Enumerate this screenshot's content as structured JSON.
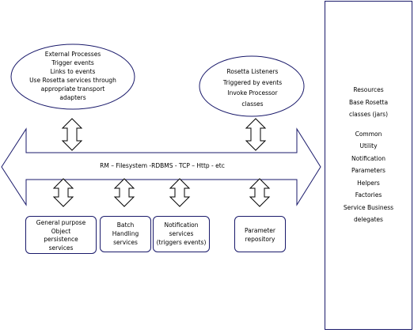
{
  "external_processes": {
    "lines": [
      "External Processes",
      "Trigger events",
      "Links to events",
      "Use Rosetta services through",
      "appropriate transport",
      "adapters"
    ]
  },
  "rosetta_listeners": {
    "lines": [
      "Rosetta Listeners",
      "Triggered by events",
      "Invoke Processor",
      "classes"
    ]
  },
  "bus": {
    "label": "RM – Filesystem -RDBMS -  TCP – Http - etc"
  },
  "services": [
    {
      "lines": [
        "General purpose",
        "Object",
        "persistence",
        "services"
      ]
    },
    {
      "lines": [
        "Batch",
        "Handling",
        "services"
      ]
    },
    {
      "lines": [
        "Notification",
        "services",
        "(triggers events)"
      ]
    },
    {
      "lines": [
        "Parameter",
        "repository"
      ]
    }
  ],
  "resources": {
    "group1": [
      "Resources",
      "Base Rosetta",
      "classes (jars)"
    ],
    "group2": [
      "Common",
      "Utility",
      "Notification",
      "Parameters",
      "Helpers",
      "Factories",
      "Service Business",
      "delegates"
    ]
  },
  "colors": {
    "stroke": "#1a1a6b",
    "arrow_stroke": "#000000",
    "background": "#ffffff"
  }
}
